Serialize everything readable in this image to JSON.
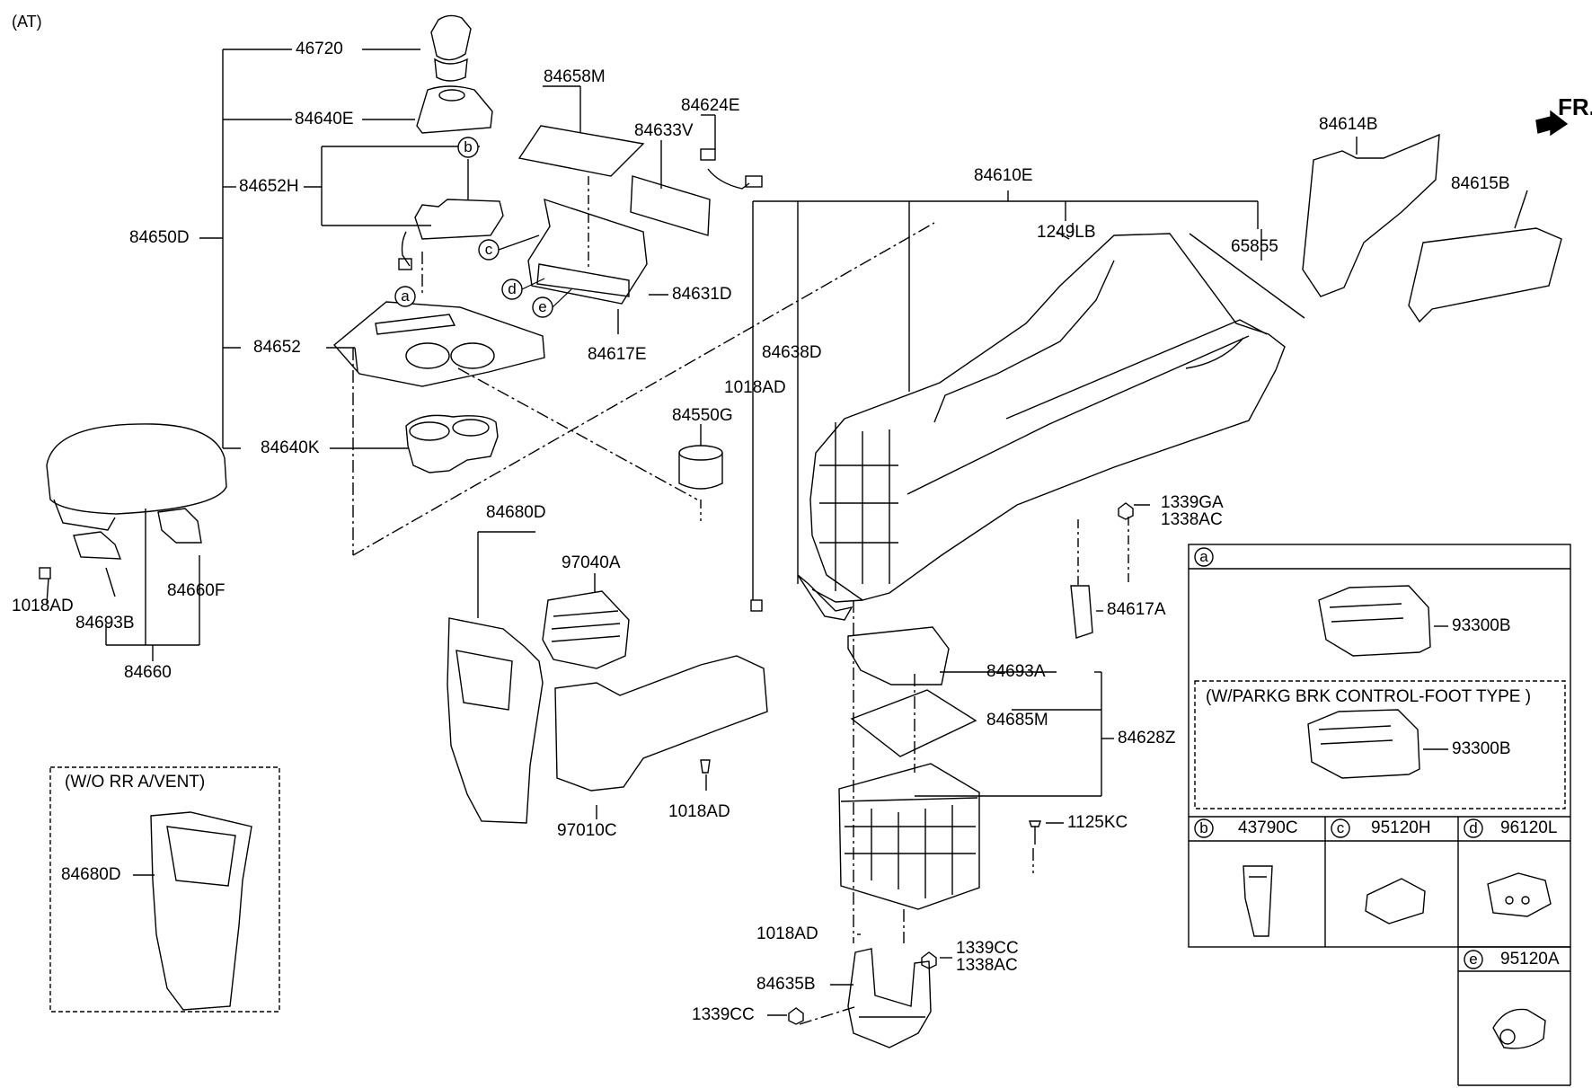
{
  "header": {
    "variant": "(AT)",
    "front_indicator": "FR."
  },
  "labels": {
    "p46720": "46720",
    "p84640E": "84640E",
    "p84652H": "84652H",
    "p84650D": "84650D",
    "p84652": "84652",
    "p84640K": "84640K",
    "p84658M": "84658M",
    "p84633V": "84633V",
    "p84624E": "84624E",
    "p84631D": "84631D",
    "p84617E": "84617E",
    "p84638D": "84638D",
    "p1018AD_a": "1018AD",
    "p84550G": "84550G",
    "p84610E": "84610E",
    "p1249LB": "1249LB",
    "p65855": "65855",
    "p84614B": "84614B",
    "p84615B": "84615B",
    "p1339GA": "1339GA",
    "p1338AC_a": "1338AC",
    "p84617A": "84617A",
    "p84693A": "84693A",
    "p84685M": "84685M",
    "p84628Z": "84628Z",
    "p1125KC": "1125KC",
    "p1018AD_b": "1018AD",
    "p84635B": "84635B",
    "p1339CC_a": "1339CC",
    "p1338AC_b": "1338AC",
    "p1339CC_b": "1339CC",
    "p84680D_a": "84680D",
    "p97040A": "97040A",
    "p97010C": "97010C",
    "p1018AD_c": "1018AD",
    "p1018AD_d": "1018AD",
    "p84693B": "84693B",
    "p84660F": "84660F",
    "p84660": "84660",
    "p84680D_b": "84680D"
  },
  "letters": {
    "a": "a",
    "b": "b",
    "c": "c",
    "d": "d",
    "e": "e"
  },
  "rr_vent_box": {
    "title": "(W/O RR A/VENT)"
  },
  "legend": {
    "a_letter": "a",
    "a_part": "93300B",
    "parking_title": "(W/PARKG BRK CONTROL-FOOT TYPE )",
    "parking_part": "93300B",
    "b_letter": "b",
    "b_part": "43790C",
    "c_letter": "c",
    "c_part": "95120H",
    "d_letter": "d",
    "d_part": "96120L",
    "e_letter": "e",
    "e_part": "95120A"
  }
}
